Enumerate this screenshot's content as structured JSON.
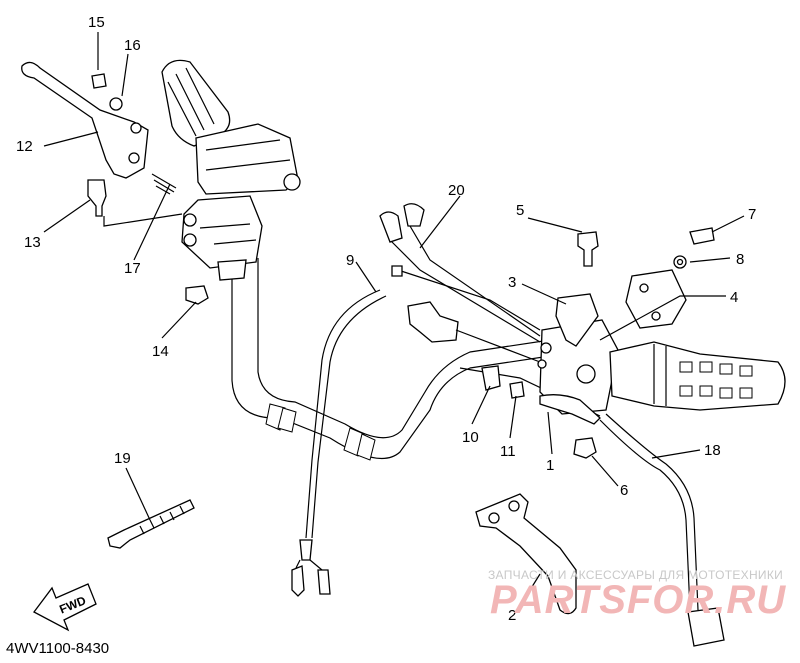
{
  "diagram": {
    "drawing_code": "4WV1100-8430",
    "direction_marker": "FWD",
    "callouts": {
      "p1": "1",
      "p2": "2",
      "p3": "3",
      "p4": "4",
      "p5": "5",
      "p6": "6",
      "p7": "7",
      "p8": "8",
      "p9": "9",
      "p10": "10",
      "p11": "11",
      "p12": "12",
      "p13": "13",
      "p14": "14",
      "p15": "15",
      "p16": "16",
      "p17": "17",
      "p18": "18",
      "p19": "19",
      "p20": "20"
    }
  },
  "watermark": {
    "tagline": "ЗАПЧАСТИ И АКСЕССУАРЫ ДЛЯ МОТОТЕХНИКИ",
    "site": "PARTSFOR.RU"
  }
}
